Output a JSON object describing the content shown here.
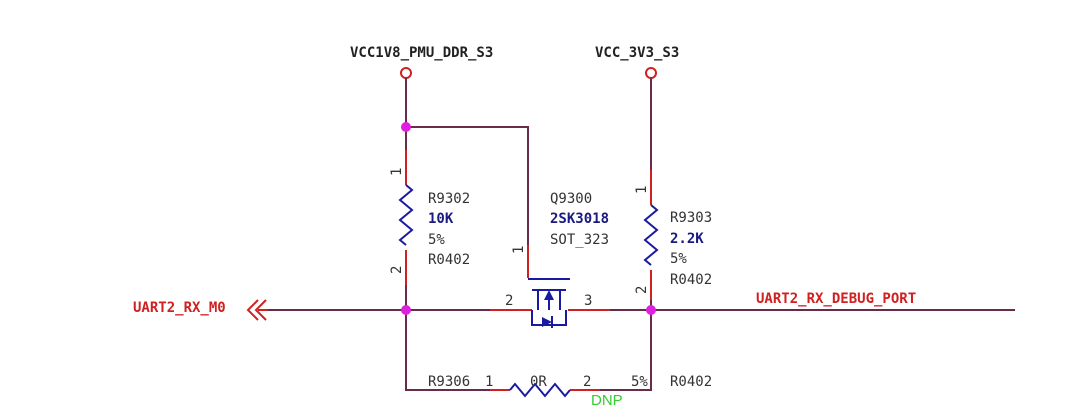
{
  "power_nets": [
    {
      "name": "VCC1V8_PMU_DDR_S3"
    },
    {
      "name": "VCC_3V3_S3"
    }
  ],
  "signals": {
    "left": "UART2_RX_M0",
    "right": "UART2_RX_DEBUG_PORT"
  },
  "r9302": {
    "ref": "R9302",
    "value": "10K",
    "tol": "5%",
    "pkg": "R0402",
    "pin1": "1",
    "pin2": "2"
  },
  "r9303": {
    "ref": "R9303",
    "value": "2.2K",
    "tol": "5%",
    "pkg": "R0402",
    "pin1": "1",
    "pin2": "2"
  },
  "q9300": {
    "ref": "Q9300",
    "part": "2SK3018",
    "pkg": "SOT_323",
    "pin_gate": "1",
    "pin_src": "2",
    "pin_drain": "3"
  },
  "r9306": {
    "ref": "R9306",
    "value": "0R",
    "tol": "5%",
    "pkg": "R0402",
    "pin1": "1",
    "pin2": "2",
    "dnp": "DNP"
  },
  "colors": {
    "wire": "#6a2a4a",
    "pin": "#d02020",
    "symbol": "#1a1aa0",
    "junction": "#e020e0",
    "dnp": "#33cc33"
  }
}
